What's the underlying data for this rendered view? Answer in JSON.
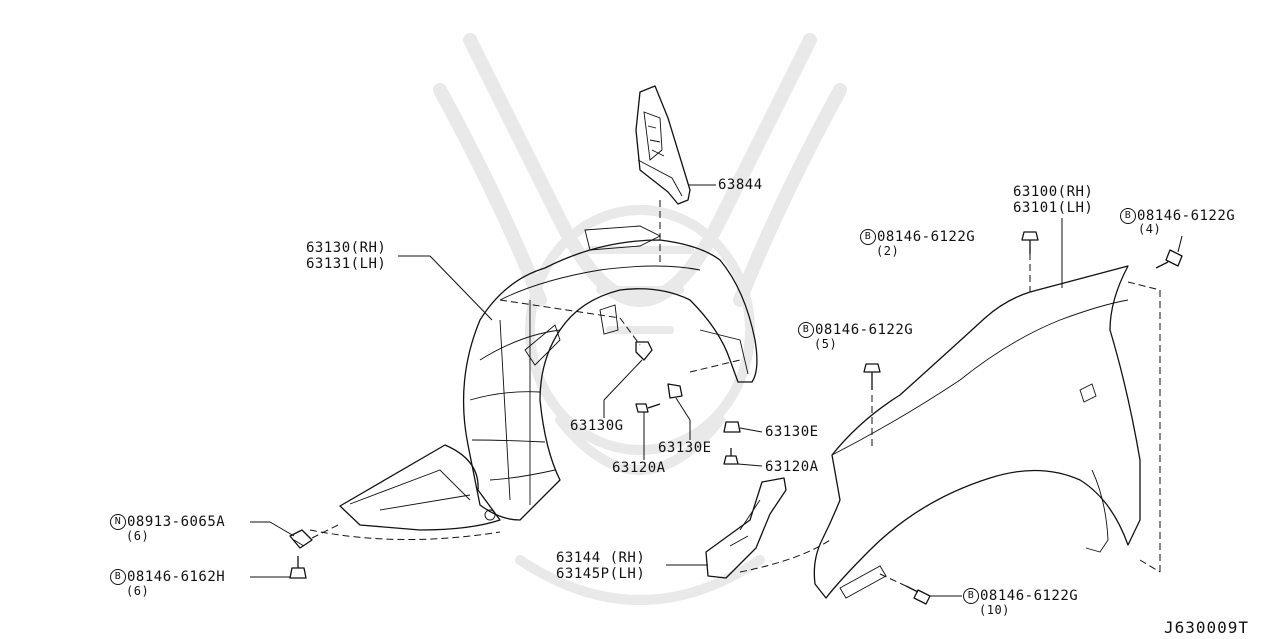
{
  "diagram_code": "J630009T",
  "labels": {
    "p63844": "63844",
    "fender_rh": "63100(RH)",
    "fender_lh": "63101(LH)",
    "bolt_top_right_symbol": "B",
    "bolt_top_right_part": "08146-6122G",
    "bolt_top_right_qty": "(4)",
    "bolt_top_mid_symbol": "B",
    "bolt_top_mid_part": "08146-6122G",
    "bolt_top_mid_qty": "(2)",
    "bolt_mid_symbol": "B",
    "bolt_mid_part": "08146-6122G",
    "bolt_mid_qty": "(5)",
    "protector_rh": "63130(RH)",
    "protector_lh": "63131(LH)",
    "p63130G": "63130G",
    "p63130E_a": "63130E",
    "p63130E_b": "63130E",
    "p63120A_a": "63120A",
    "p63120A_b": "63120A",
    "nut_symbol": "N",
    "nut_part": "08913-6065A",
    "nut_qty": "(6)",
    "bolt_bottom_left_symbol": "B",
    "bolt_bottom_left_part": "08146-6162H",
    "bolt_bottom_left_qty": "(6)",
    "bracket_rh": "63144 (RH)",
    "bracket_lh": "63145P(LH)",
    "bolt_bottom_right_symbol": "B",
    "bolt_bottom_right_part": "08146-6122G",
    "bolt_bottom_right_qty": "(10)"
  }
}
